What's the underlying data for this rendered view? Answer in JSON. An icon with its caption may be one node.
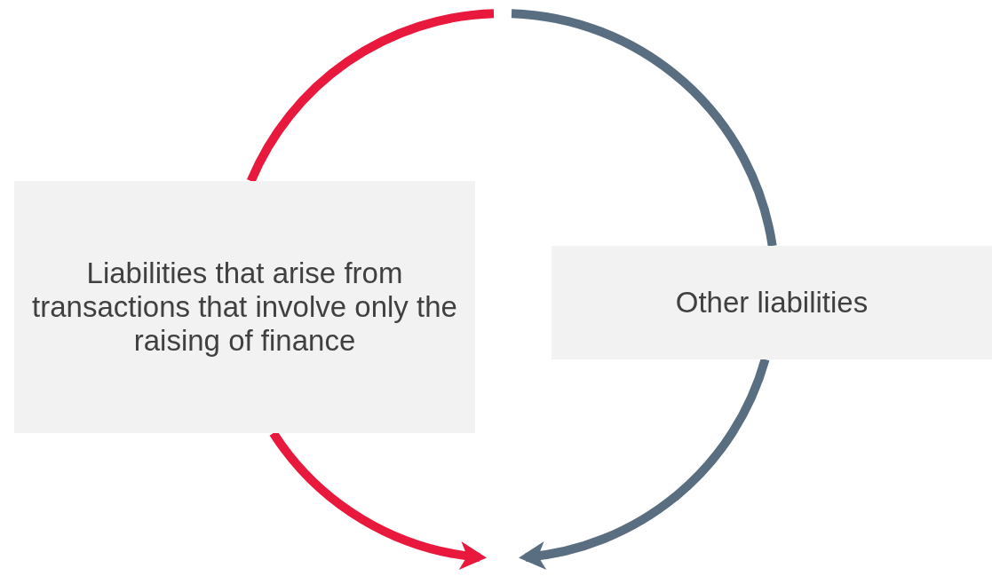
{
  "diagram": {
    "nodes": [
      {
        "text": [
          "Liabilities that arise from transactions that involve only the raising of finance"
        ]
      },
      {
        "text": [
          "Other liabilities"
        ]
      }
    ],
    "edges": [
      {
        "from": null,
        "to": 0,
        "arrow": "none",
        "color": "#e8193c"
      },
      {
        "from": 0,
        "to": null,
        "arrow": "to",
        "color": "#e8193c"
      },
      {
        "from": null,
        "to": 1,
        "arrow": "none",
        "color": "#5a6e82"
      },
      {
        "from": 1,
        "to": null,
        "arrow": "to",
        "color": "#5a6e82"
      }
    ]
  }
}
